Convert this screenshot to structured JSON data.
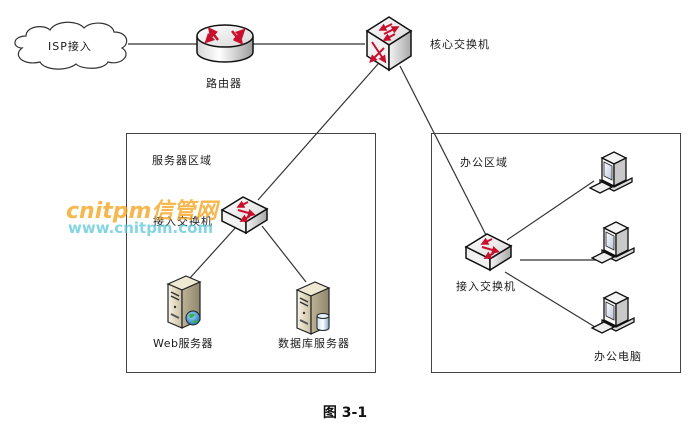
{
  "diagram": {
    "title": "图 3-1",
    "isp": {
      "label": "ISP接入"
    },
    "router": {
      "label": "路由器"
    },
    "core_switch": {
      "label": "核心交换机"
    },
    "server_zone": {
      "label": "服务器区域",
      "access_switch_label": "接入交换机",
      "servers": [
        {
          "label": "Web服务器",
          "type": "web-server"
        },
        {
          "label": "数据库服务器",
          "type": "database-server"
        }
      ]
    },
    "office_zone": {
      "label": "办公区域",
      "access_switch_label": "接入交换机",
      "pc_label": "办公电脑",
      "pc_count": 3
    },
    "watermark": {
      "line1": "cnitpm信管网",
      "line2": "www.cnitpm.com"
    },
    "colors": {
      "arrow_red": "#c8102e",
      "line": "#333333",
      "watermark_orange": "#f5a623",
      "watermark_cyan": "#5bc8d8"
    },
    "links": [
      [
        "isp",
        "router"
      ],
      [
        "router",
        "core_switch"
      ],
      [
        "core_switch",
        "server_access_switch"
      ],
      [
        "core_switch",
        "office_access_switch"
      ],
      [
        "server_access_switch",
        "web_server"
      ],
      [
        "server_access_switch",
        "db_server"
      ],
      [
        "office_access_switch",
        "pc_1"
      ],
      [
        "office_access_switch",
        "pc_2"
      ],
      [
        "office_access_switch",
        "pc_3"
      ]
    ]
  }
}
